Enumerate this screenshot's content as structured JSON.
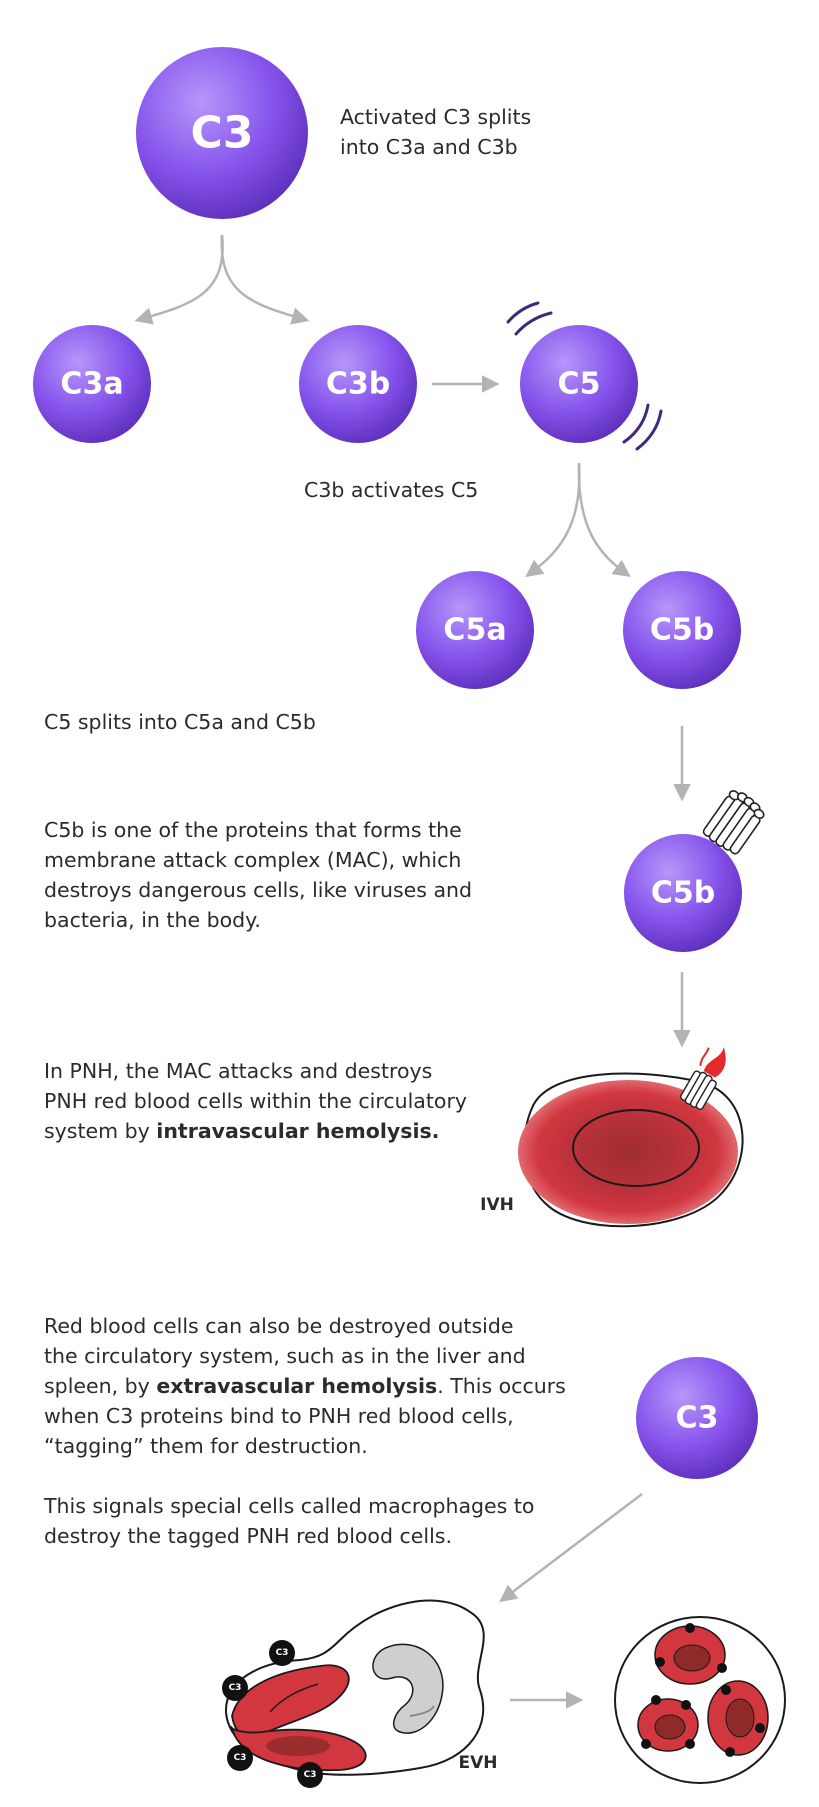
{
  "spheres": {
    "c3_top": "C3",
    "c3a": "C3a",
    "c3b": "C3b",
    "c5": "C5",
    "c5a": "C5a",
    "c5b": "C5b",
    "c5b_mac": "C5b",
    "c3_bottom": "C3"
  },
  "captions": {
    "c3_split": [
      "Activated C3 splits",
      "into C3a and C3b"
    ],
    "c3b_activates": "C3b activates C5",
    "c5_split": "C5 splits into C5a and C5b",
    "mac_desc": [
      "C5b is one of the proteins that forms the",
      "membrane attack complex (MAC), which",
      "destroys dangerous cells, like viruses and",
      "bacteria, in the body."
    ],
    "ivh_desc_lines": [
      "In PNH, the MAC attacks and destroys",
      "PNH red blood cells within the circulatory"
    ],
    "ivh_desc_last_prefix": "system by ",
    "ivh_desc_bold": "intravascular hemolysis.",
    "evh_desc_line1": "Red blood cells can also be destroyed outside",
    "evh_desc_line2": "the circulatory system, such as in the liver and",
    "evh_desc_prefix": "spleen, by ",
    "evh_desc_bold": "extravascular hemolysis",
    "evh_desc_suffix": ". This occurs",
    "evh_desc_line4": "when C3 proteins bind to PNH red blood cells,",
    "evh_desc_line5": "“tagging” them for destruction.",
    "macrophage_desc": [
      "This signals special cells called macrophages to",
      "destroy the tagged PNH red blood cells."
    ]
  },
  "labels": {
    "ivh": "IVH",
    "evh": "EVH",
    "tag": "C3"
  },
  "colors": {
    "sphere_light": "#a98bf7",
    "sphere_mid": "#8754ec",
    "sphere_dark": "#5a2bb8",
    "arrow": "#b3b3b3",
    "rbc_red": "#d2373f",
    "rbc_dark": "#8e2a2a",
    "text": "#2b2b2b",
    "vibration": "#3f2a7a"
  }
}
